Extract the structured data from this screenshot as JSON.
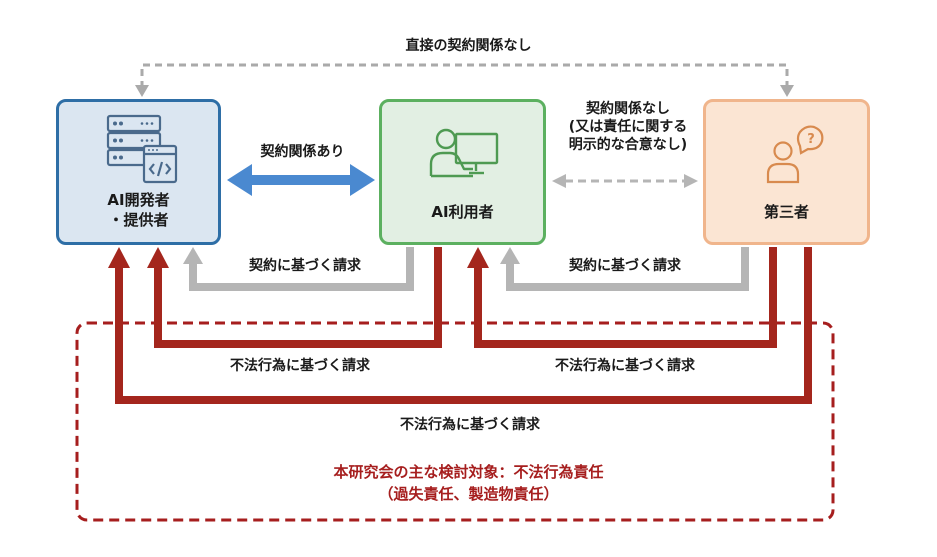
{
  "diagram": {
    "top_label": "直接の契約関係なし",
    "entities": {
      "developer": {
        "name_line1": "AI開発者",
        "name_line2": "・提供者",
        "icon": "server-code-icon",
        "fill": "#dbe6f1",
        "border": "#2e6ea6"
      },
      "user": {
        "name": "AI利用者",
        "icon": "person-computer-icon",
        "fill": "#e2efe3",
        "border": "#5cb060"
      },
      "third_party": {
        "name": "第三者",
        "icon": "person-question-icon",
        "fill": "#fbe5d3",
        "border": "#f0b58c"
      }
    },
    "relations": {
      "dev_user_contract": "契約関係あり",
      "user_third_no_contract_line1": "契約関係なし",
      "user_third_no_contract_line2": "(又は責任に関する",
      "user_third_no_contract_line3": "明示的な合意なし)",
      "contract_claim_user_to_dev": "契約に基づく請求",
      "contract_claim_third_to_user": "契約に基づく請求",
      "tort_claim_user_to_dev": "不法行為に基づく請求",
      "tort_claim_third_to_user": "不法行為に基づく請求",
      "tort_claim_third_to_dev": "不法行為に基づく請求"
    },
    "focus_note": {
      "line1": "本研究会の主な検討対象：不法行為責任",
      "line2": "（過失責任、製造物責任）"
    },
    "colors": {
      "contract_arrow": "#4a89d0",
      "gray_arrow": "#b5b5b5",
      "tort_arrow": "#a4261d",
      "focus_border": "#a61e1e",
      "dashed_gray": "#aaaaaa"
    }
  }
}
